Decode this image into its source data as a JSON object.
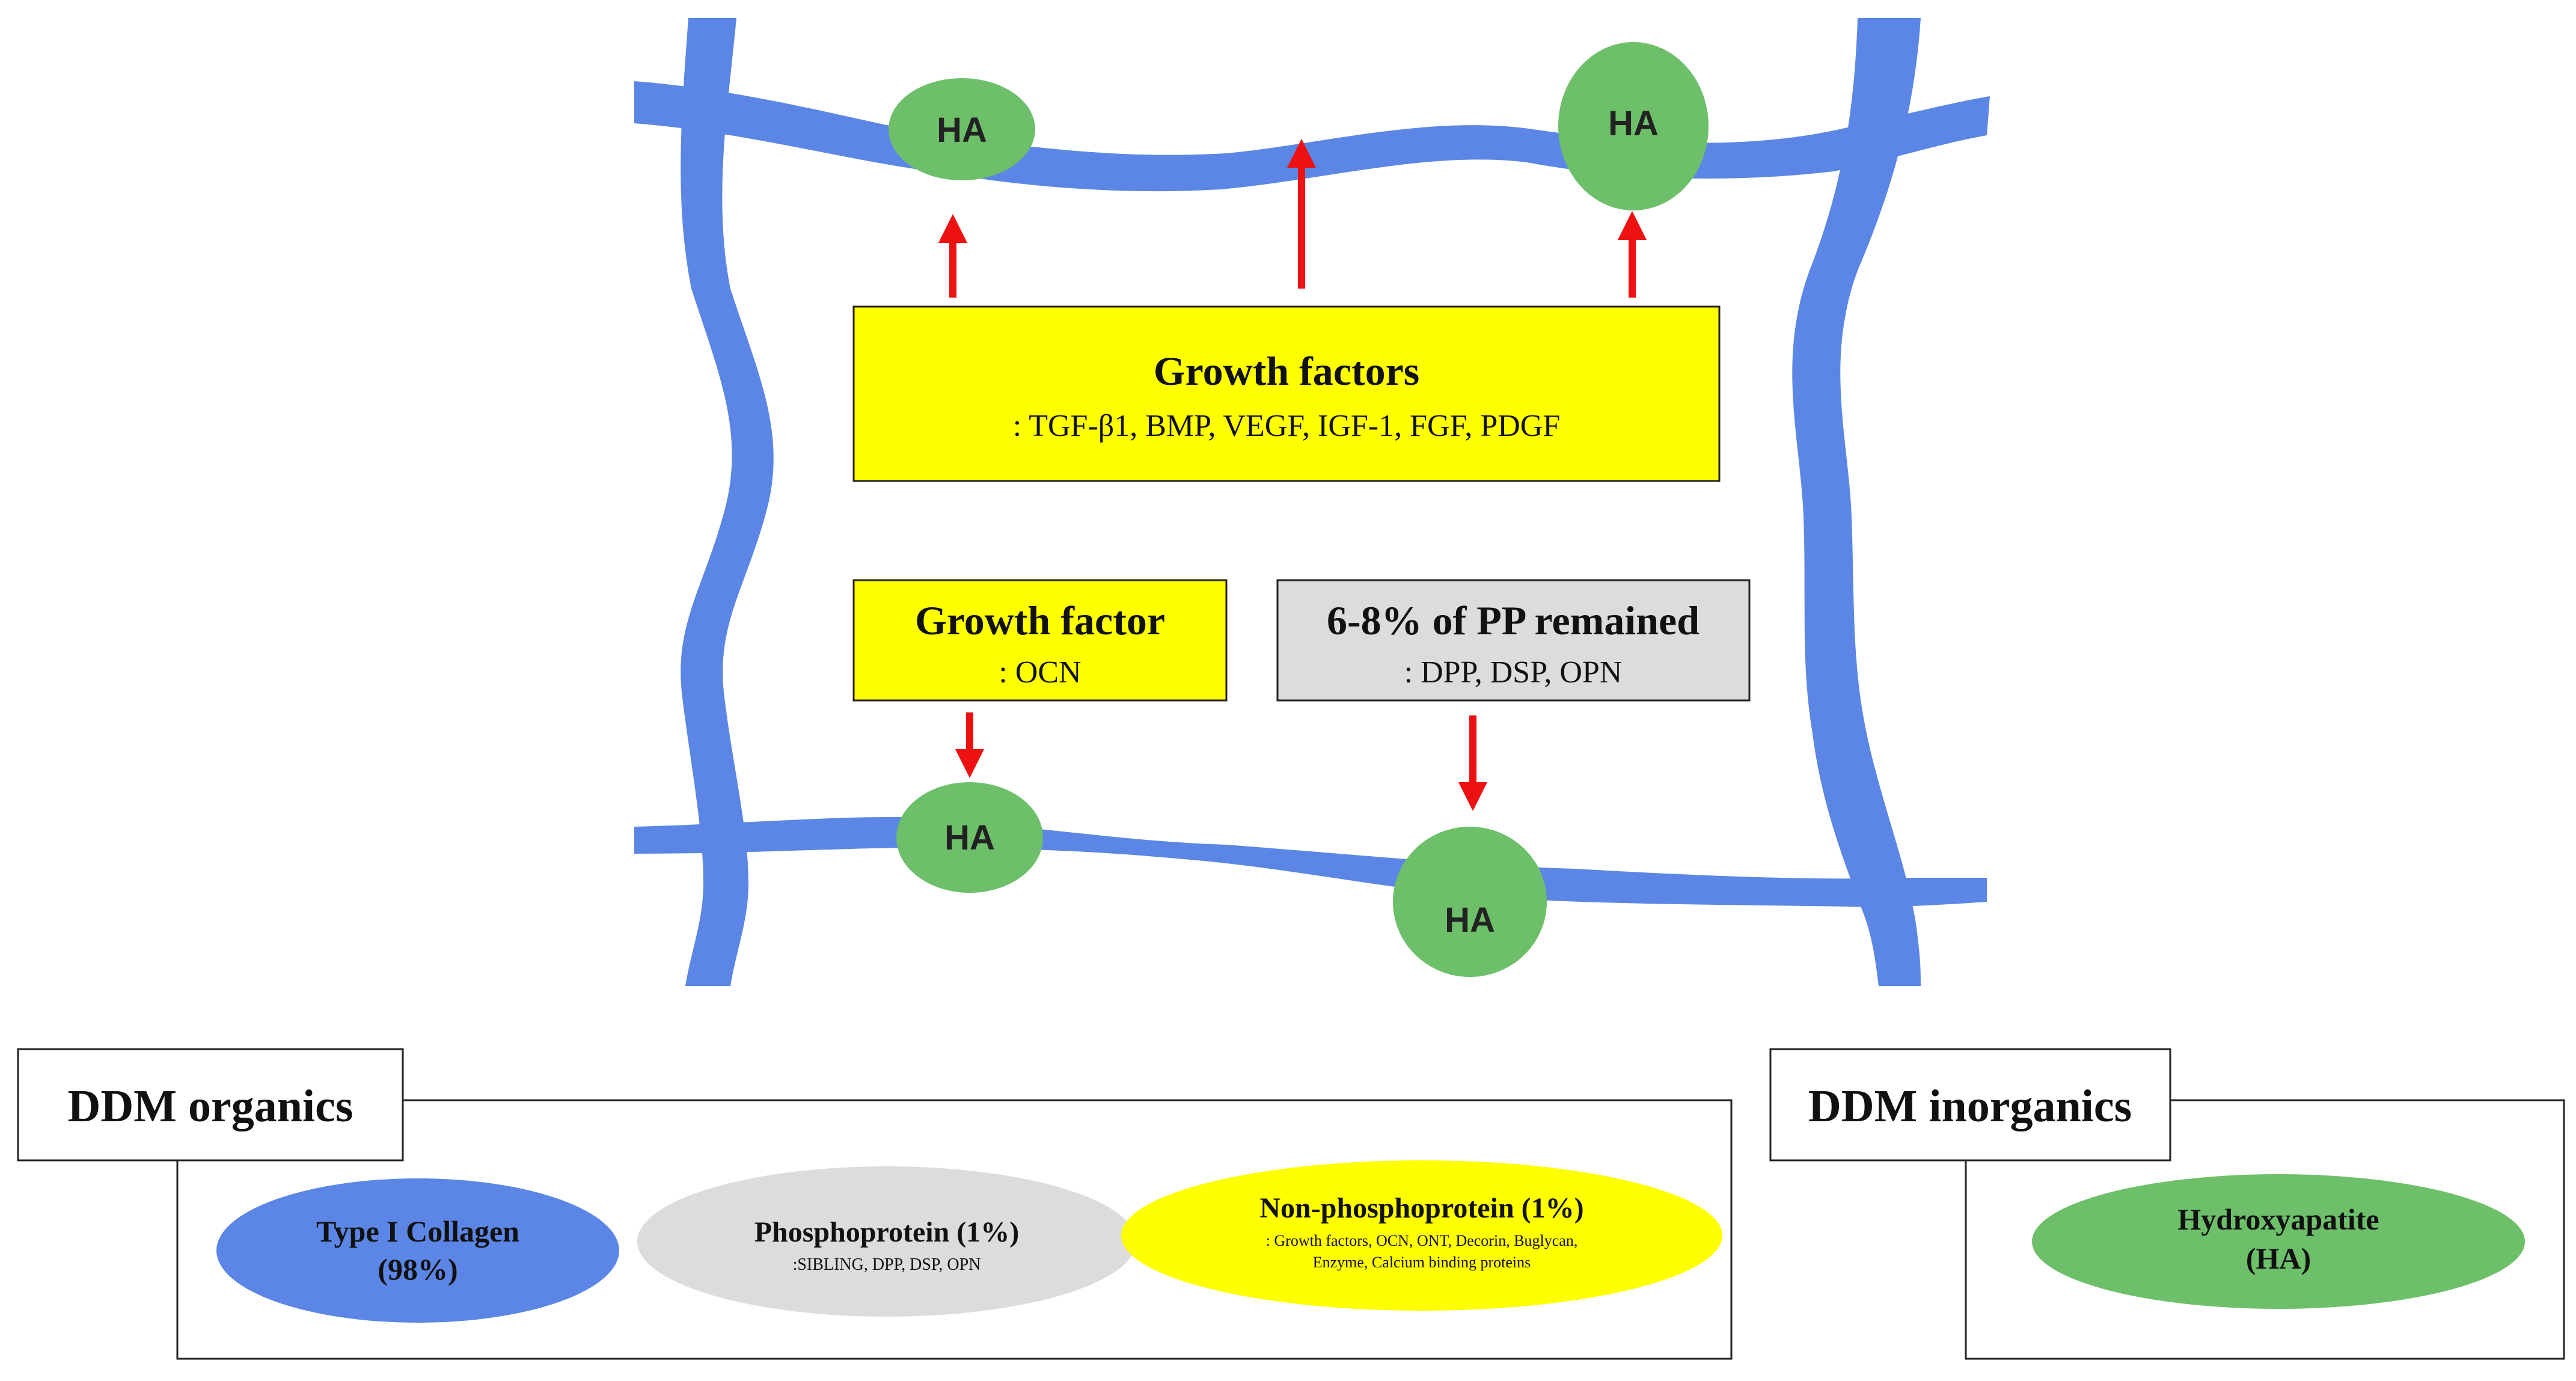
{
  "colors": {
    "collagen": "#5B86E5",
    "ha": "#6DBF6A",
    "growth_box": "#FFFF00",
    "pp_box": "#DCDCDC",
    "arrow": "#EE1111",
    "border": "#222222",
    "white": "#FFFFFF"
  },
  "ha_labels": {
    "top_left": "HA",
    "top_right": "HA",
    "bottom_left": "HA",
    "bottom_right": "HA"
  },
  "growth_factors_box": {
    "title": "Growth factors",
    "detail": ": TGF-β1, BMP, VEGF, IGF-1, FGF, PDGF"
  },
  "growth_factor_box": {
    "title": "Growth factor",
    "detail": ": OCN"
  },
  "pp_box": {
    "title": "6-8% of PP remained",
    "detail": ": DPP, DSP, OPN"
  },
  "ddm_organics": {
    "title": "DDM organics",
    "items": [
      {
        "line1": "Type I Collagen",
        "line2": "(98%)"
      },
      {
        "line1": "Phosphoprotein (1%)",
        "line2": ":SIBLING, DPP, DSP, OPN"
      },
      {
        "line1": "Non-phosphoprotein (1%)",
        "line2": ": Growth factors, OCN, ONT, Decorin, Buglycan,",
        "line3": "Enzyme, Calcium binding proteins"
      }
    ]
  },
  "ddm_inorganics": {
    "title": "DDM inorganics",
    "items": [
      {
        "line1": "Hydroxyapatite",
        "line2": "(HA)"
      }
    ]
  }
}
